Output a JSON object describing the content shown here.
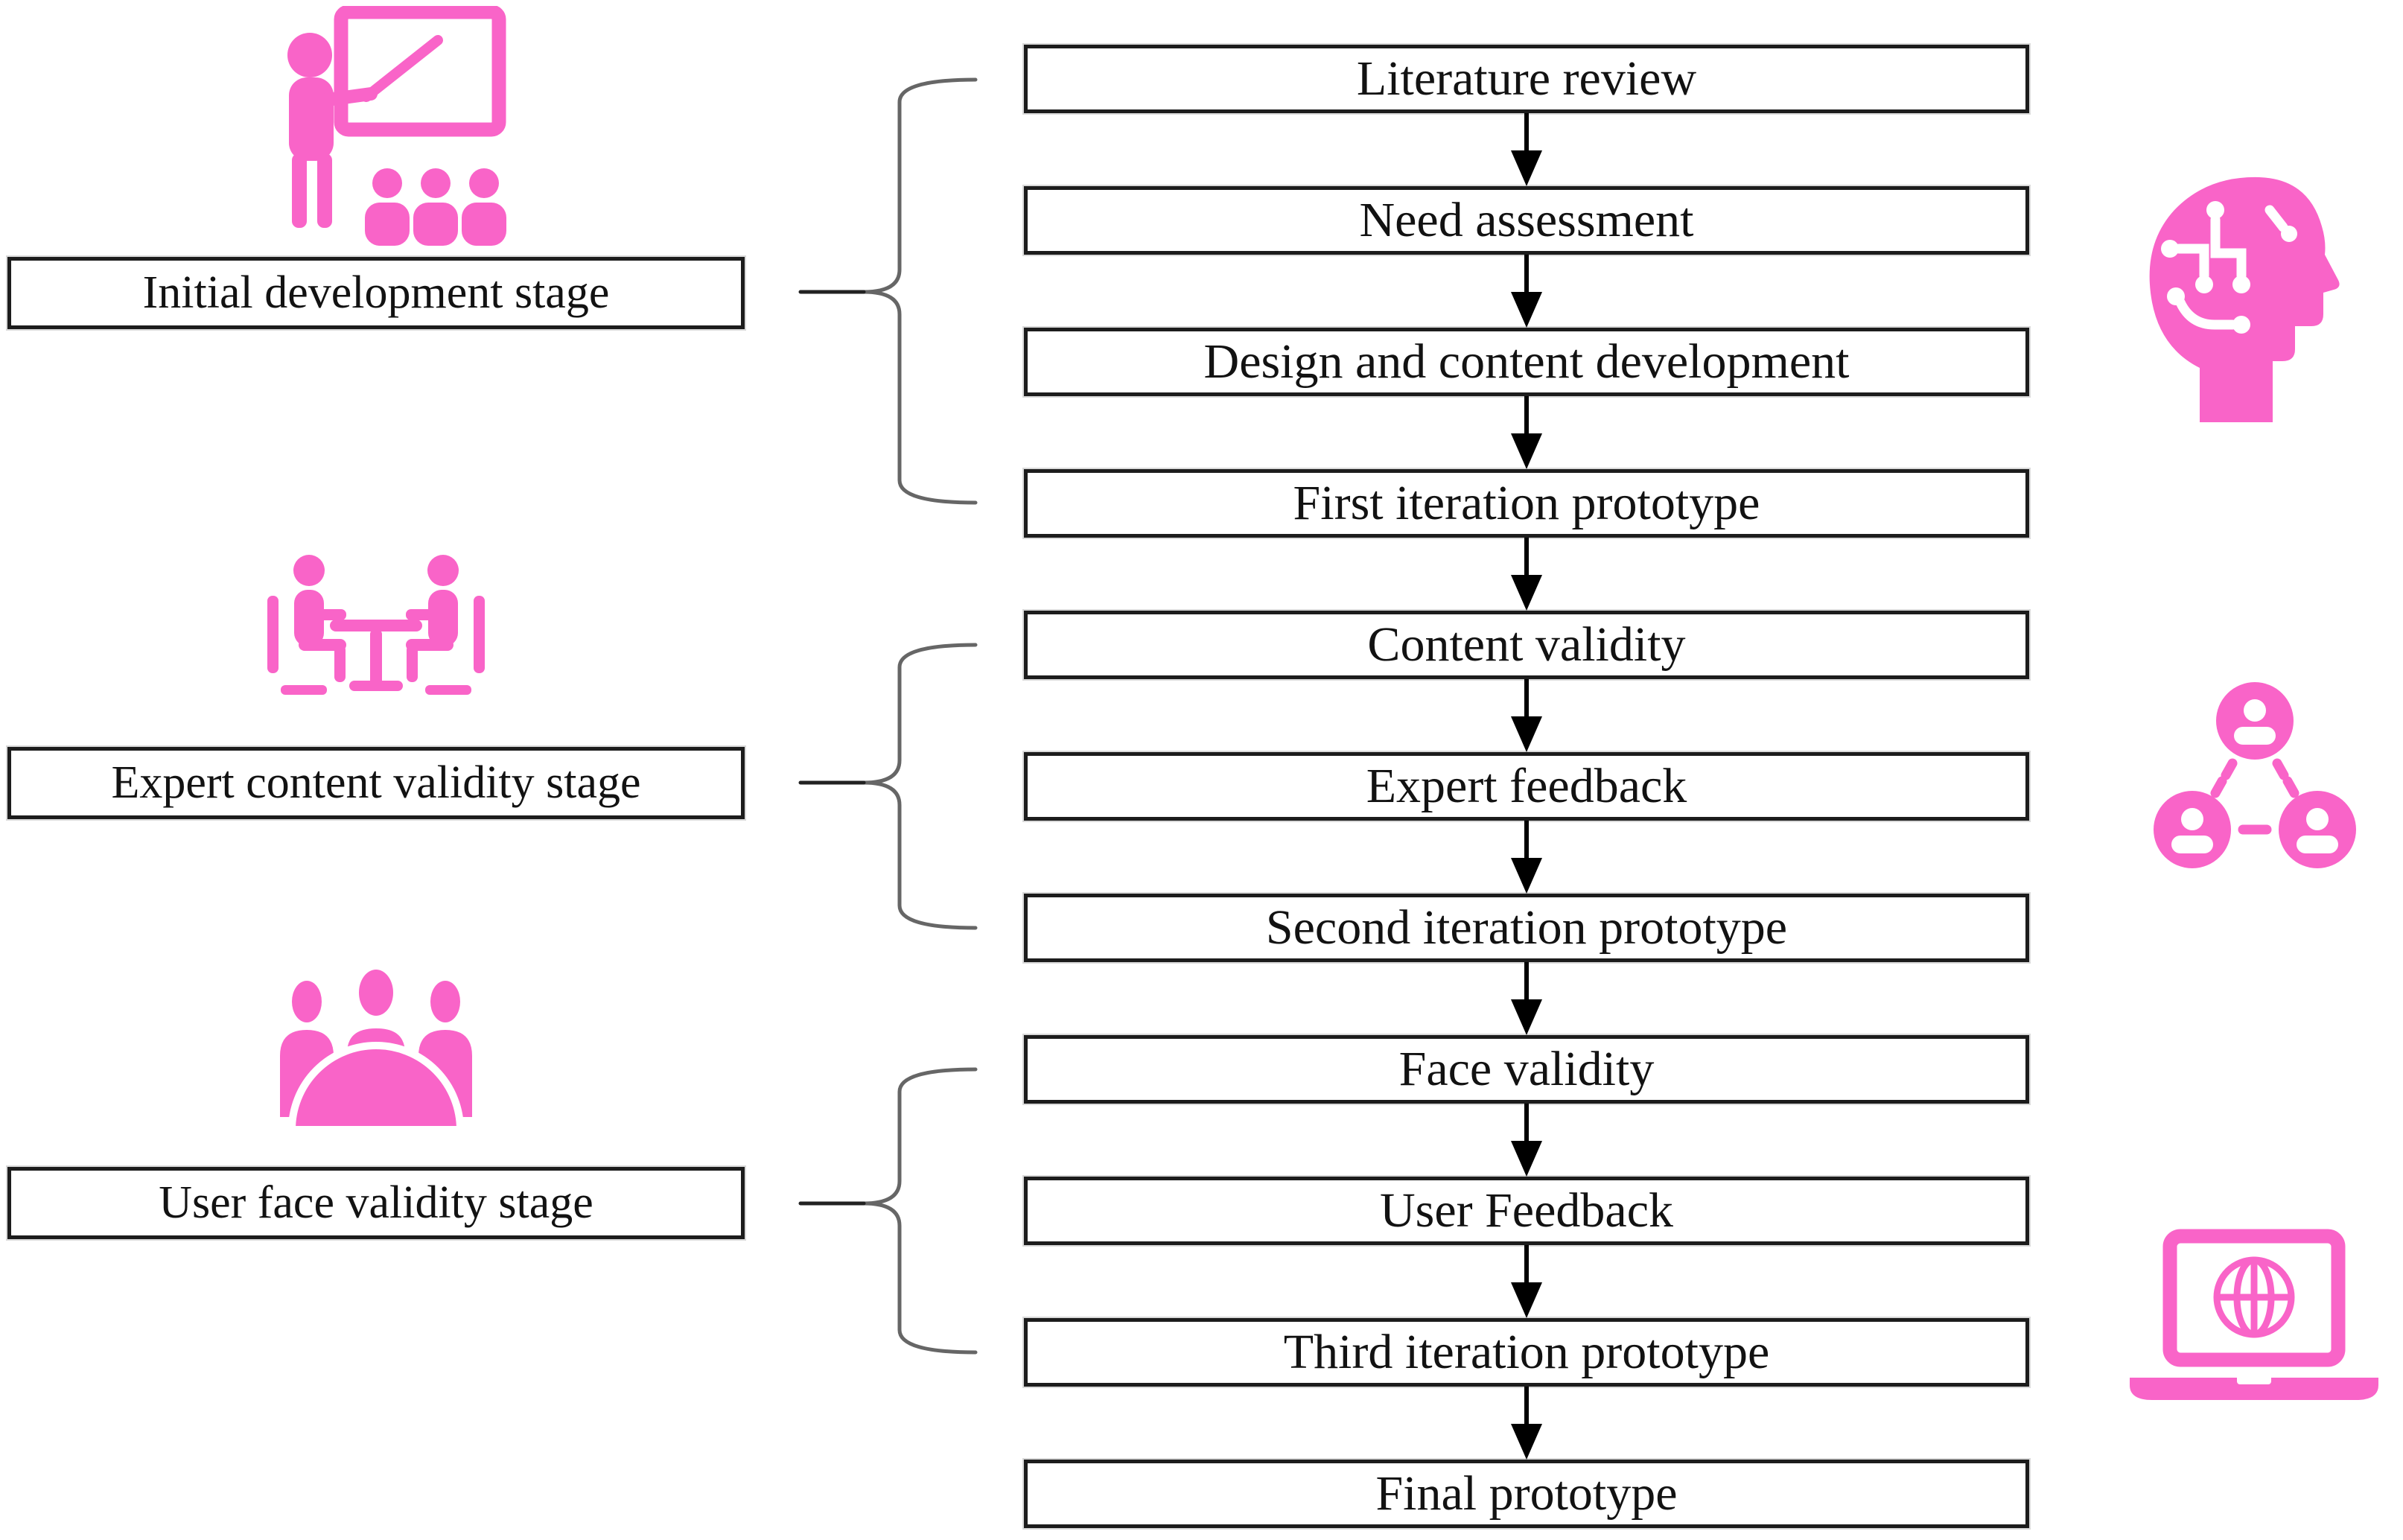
{
  "title": "Prototype development and validation flow diagram",
  "accent_color": "#F964C8",
  "box_border_color": "#1C1C1C",
  "brace_color": "#666666",
  "stages": [
    {
      "label": "Initial development stage",
      "icon": "presenter-whiteboard-icon"
    },
    {
      "label": "Expert content validity stage",
      "icon": "experts-meeting-table-icon"
    },
    {
      "label": "User face validity stage",
      "icon": "user-group-audience-icon"
    }
  ],
  "flow_steps": [
    "Literature review",
    "Need assessment",
    "Design and content development",
    "First iteration prototype",
    "Content validity",
    "Expert feedback",
    "Second iteration prototype",
    "Face validity",
    "User Feedback",
    "Third iteration prototype",
    "Final prototype"
  ],
  "stage_groups": [
    {
      "stage_index": 0,
      "step_indices": [
        0,
        1,
        2,
        3
      ]
    },
    {
      "stage_index": 1,
      "step_indices": [
        4,
        5,
        6
      ]
    },
    {
      "stage_index": 2,
      "step_indices": [
        7,
        8,
        9
      ]
    }
  ],
  "right_icons": [
    {
      "icon": "ai-circuit-head-icon"
    },
    {
      "icon": "people-network-icon"
    },
    {
      "icon": "laptop-globe-icon"
    }
  ]
}
